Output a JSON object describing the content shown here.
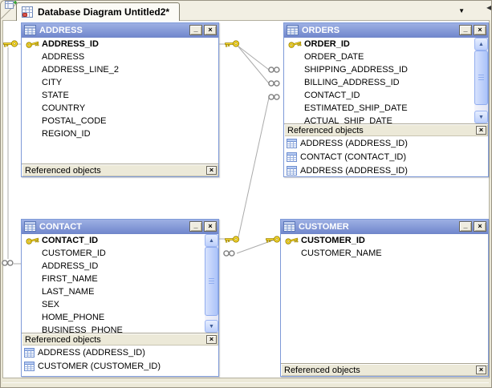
{
  "tab_bar": {
    "tab_label": "Database Diagram Untitled2*"
  },
  "icons": {
    "minimize": "_",
    "close": "×",
    "panel_close": "×",
    "dropdown": "▼",
    "tab_scroll": "◄",
    "scroll_up": "▲",
    "scroll_down": "▼"
  },
  "tables": [
    {
      "title": "ADDRESS",
      "panel_label": "Referenced objects",
      "fields": [
        {
          "name": "ADDRESS_ID",
          "pk": true
        },
        {
          "name": "ADDRESS"
        },
        {
          "name": "ADDRESS_LINE_2"
        },
        {
          "name": "CITY"
        },
        {
          "name": "STATE"
        },
        {
          "name": "COUNTRY"
        },
        {
          "name": "POSTAL_CODE"
        },
        {
          "name": "REGION_ID"
        }
      ],
      "referenced": []
    },
    {
      "title": "ORDERS",
      "panel_label": "Referenced objects",
      "fields": [
        {
          "name": "ORDER_ID",
          "pk": true
        },
        {
          "name": "ORDER_DATE"
        },
        {
          "name": "SHIPPING_ADDRESS_ID"
        },
        {
          "name": "BILLING_ADDRESS_ID"
        },
        {
          "name": "CONTACT_ID"
        },
        {
          "name": "ESTIMATED_SHIP_DATE"
        },
        {
          "name": "ACTUAL_SHIP_DATE"
        }
      ],
      "referenced": [
        "ADDRESS (ADDRESS_ID)",
        "CONTACT (CONTACT_ID)",
        "ADDRESS (ADDRESS_ID)"
      ]
    },
    {
      "title": "CONTACT",
      "panel_label": "Referenced objects",
      "fields": [
        {
          "name": "CONTACT_ID",
          "pk": true
        },
        {
          "name": "CUSTOMER_ID"
        },
        {
          "name": "ADDRESS_ID"
        },
        {
          "name": "FIRST_NAME"
        },
        {
          "name": "LAST_NAME"
        },
        {
          "name": "SEX"
        },
        {
          "name": "HOME_PHONE"
        },
        {
          "name": "BUSINESS_PHONE"
        }
      ],
      "referenced": [
        "ADDRESS (ADDRESS_ID)",
        "CUSTOMER (CUSTOMER_ID)"
      ]
    },
    {
      "title": "CUSTOMER",
      "panel_label": "Referenced objects",
      "fields": [
        {
          "name": "CUSTOMER_ID",
          "pk": true
        },
        {
          "name": "CUSTOMER_NAME"
        }
      ],
      "referenced": []
    }
  ],
  "relationships": [
    {
      "from": "ADDRESS (ADDRESS_ID)",
      "to": "ORDERS (SHIPPING_ADDRESS_ID)"
    },
    {
      "from": "ADDRESS (ADDRESS_ID)",
      "to": "ORDERS (BILLING_ADDRESS_ID)"
    },
    {
      "from": "CONTACT (CONTACT_ID)",
      "to": "ORDERS (CONTACT_ID)"
    },
    {
      "from": "CUSTOMER (CUSTOMER_ID)",
      "to": "CONTACT (CUSTOMER_ID)"
    },
    {
      "from": "ADDRESS (ADDRESS_ID)",
      "to": "CONTACT (ADDRESS_ID)"
    }
  ],
  "colors": {
    "titlebar_top": "#9db0e4",
    "titlebar_bottom": "#7288cd",
    "window_border": "#7e9ad8",
    "panel_bg": "#ece9d8",
    "canvas_bg": "#ffffff",
    "relationship_line": "#ababab",
    "key_gold": "#ffdf30"
  }
}
